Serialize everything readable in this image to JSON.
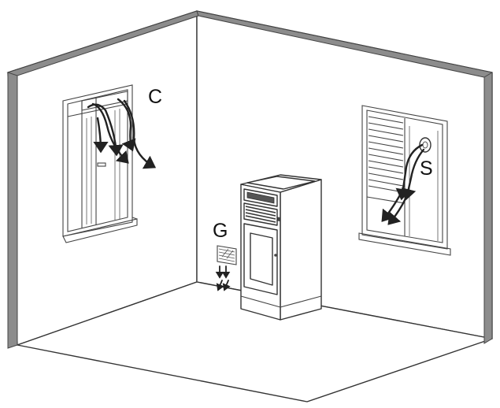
{
  "labels": {
    "window_left": "C",
    "grille": "G",
    "window_right": "S"
  }
}
